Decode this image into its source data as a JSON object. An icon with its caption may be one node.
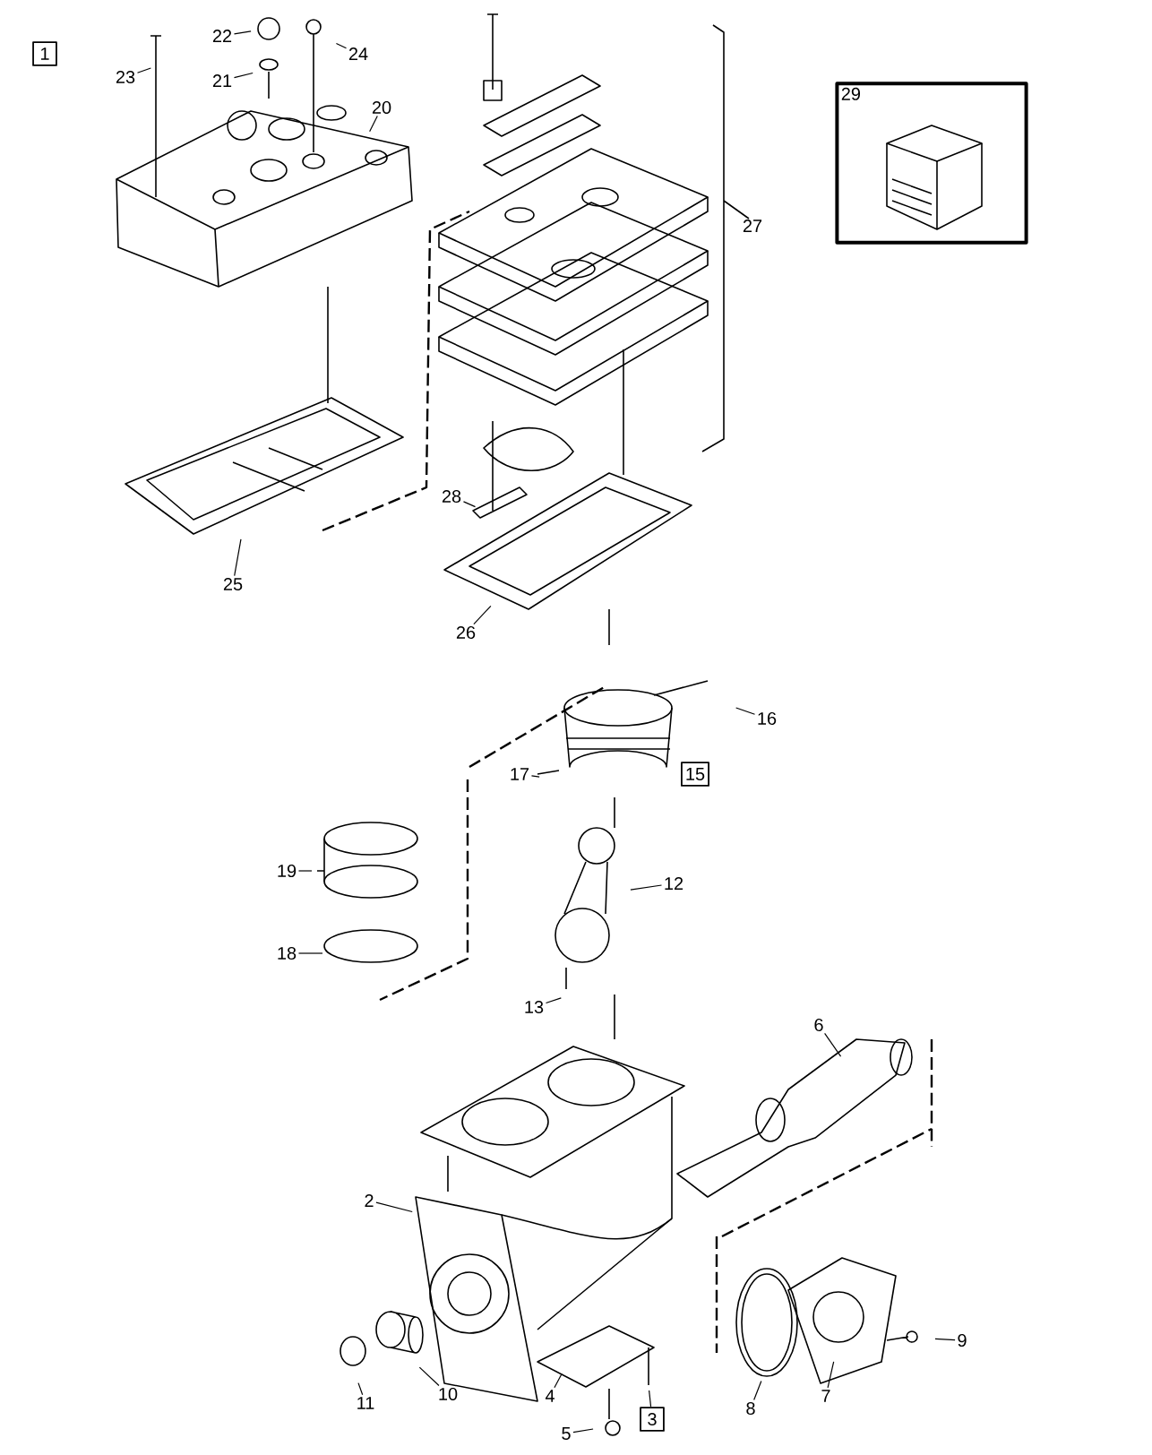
{
  "diagram": {
    "nodes": [
      {
        "text": [
          "1"
        ]
      },
      {
        "text": [
          "22"
        ]
      },
      {
        "text": [
          "24"
        ]
      },
      {
        "text": [
          "23"
        ]
      },
      {
        "text": [
          "21"
        ]
      },
      {
        "text": [
          "20"
        ]
      },
      {
        "text": [
          "29"
        ]
      },
      {
        "text": [
          "28"
        ]
      },
      {
        "text": [
          "25"
        ]
      },
      {
        "text": [
          "26"
        ]
      },
      {
        "text": [
          "16"
        ]
      },
      {
        "text": [
          "17"
        ]
      },
      {
        "text": [
          "15"
        ]
      },
      {
        "text": [
          "19"
        ]
      },
      {
        "text": [
          "12"
        ]
      },
      {
        "text": [
          "18"
        ]
      },
      {
        "text": [
          "13"
        ]
      },
      {
        "text": [
          "6"
        ]
      },
      {
        "text": [
          "2"
        ]
      },
      {
        "text": [
          "9"
        ]
      },
      {
        "text": [
          "10"
        ]
      },
      {
        "text": [
          "11"
        ]
      },
      {
        "text": [
          "4"
        ]
      },
      {
        "text": [
          "3"
        ]
      },
      {
        "text": [
          "8"
        ]
      },
      {
        "text": [
          "7"
        ]
      },
      {
        "text": [
          "5"
        ]
      }
    ],
    "edges": [
      {
        "from": 1,
        "to": null,
        "arrow": "none"
      },
      {
        "from": 2,
        "to": null,
        "arrow": "none"
      },
      {
        "from": 3,
        "to": null,
        "arrow": "none"
      },
      {
        "from": 4,
        "to": null,
        "arrow": "none"
      },
      {
        "from": 5,
        "to": null,
        "arrow": "none"
      },
      {
        "from": 7,
        "to": null,
        "arrow": "none"
      },
      {
        "from": 8,
        "to": null,
        "arrow": "none"
      },
      {
        "from": 9,
        "to": null,
        "arrow": "none"
      },
      {
        "from": 10,
        "to": null,
        "arrow": "none"
      },
      {
        "from": 11,
        "to": null,
        "arrow": "none"
      },
      {
        "from": 13,
        "to": null,
        "arrow": "none"
      },
      {
        "from": 14,
        "to": null,
        "arrow": "none"
      },
      {
        "from": 15,
        "to": null,
        "arrow": "none"
      },
      {
        "from": 16,
        "to": null,
        "arrow": "none"
      },
      {
        "from": 17,
        "to": null,
        "arrow": "none"
      },
      {
        "from": 18,
        "to": null,
        "arrow": "none"
      },
      {
        "from": 19,
        "to": null,
        "arrow": "none"
      },
      {
        "from": 20,
        "to": null,
        "arrow": "none"
      },
      {
        "from": 21,
        "to": null,
        "arrow": "none"
      },
      {
        "from": 22,
        "to": null,
        "arrow": "none"
      },
      {
        "from": 23,
        "to": null,
        "arrow": "none"
      },
      {
        "from": 24,
        "to": null,
        "arrow": "none"
      },
      {
        "from": 25,
        "to": null,
        "arrow": "none"
      },
      {
        "from": 26,
        "to": null,
        "arrow": "none"
      }
    ],
    "labels": [
      "27"
    ]
  }
}
